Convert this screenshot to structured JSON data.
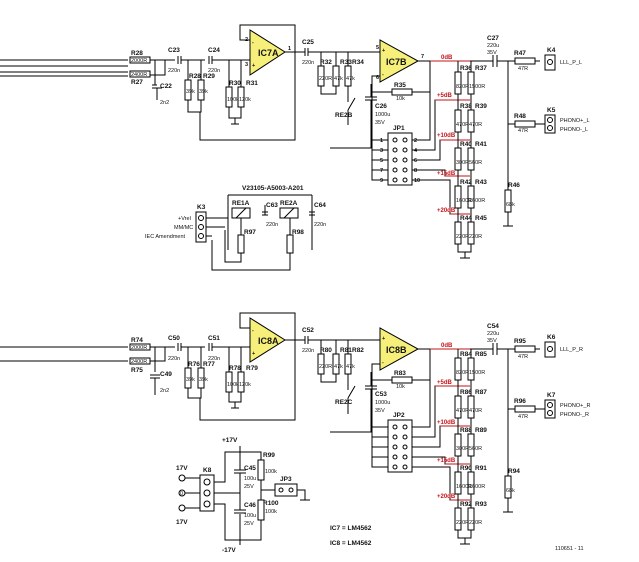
{
  "ch1": {
    "opamp_a": "IC7A",
    "opamp_b": "IC7B",
    "r_in_top": "R28",
    "r_in_top_val": "2000R",
    "r_in_bot": "R27",
    "r_in_bot_val": "2400R",
    "c_in1": "C23",
    "c_in1_val": "220n",
    "c_in2": "C24",
    "c_in2_val": "220n",
    "c_gnd": "C22",
    "c_gnd_val": "2n2",
    "r_a": "R28",
    "r_a_val": "39k",
    "r_b": "R29",
    "r_b_val": "39k",
    "r_c": "R30",
    "r_c_val": "100k",
    "r_d": "R31",
    "r_d_val": "120k",
    "c_out1": "C25",
    "c_out1_val": "220n",
    "r_e": "R32",
    "r_e_val": "220R",
    "r_f": "R33",
    "r_f_val": "47k",
    "r_g": "R34",
    "r_g_val": "47k",
    "relay": "RE2B",
    "c_rel": "C26",
    "c_rel_val": "1000u",
    "c_rel_v": "35V",
    "r_fb": "R35",
    "r_fb_val": "10k",
    "jumper": "JP1",
    "c_out2": "C27",
    "c_out2_val": "220u",
    "c_out2_v": "35V",
    "r_s1": "R36",
    "r_s1_val": "820R",
    "r_s2": "R37",
    "r_s2_val": "1500R",
    "r_s3": "R38",
    "r_s3_val": "470R",
    "r_s4": "R39",
    "r_s4_val": "470R",
    "r_s5": "R40",
    "r_s5_val": "300R",
    "r_s6": "R41",
    "r_s6_val": "560R",
    "r_s7": "R42",
    "r_s7_val": "1600R",
    "r_s8": "R43",
    "r_s8_val": "1600R",
    "r_s9": "R44",
    "r_s9_val": "220R",
    "r_s10": "R45",
    "r_s10_val": "220R",
    "r_term": "R46",
    "r_term_val": "68k",
    "r_o1": "R47",
    "r_o1_val": "47R",
    "r_o2": "R48",
    "r_o2_val": "47R",
    "k_out1": "K4",
    "k_out1_lbl": "LLL_P_L",
    "k_out2": "K5",
    "k_out2_lbl1": "PHONO+_L",
    "k_out2_lbl2": "PHONO-_L"
  },
  "ch2": {
    "opamp_a": "IC8A",
    "opamp_b": "IC8B",
    "r_in_top": "R74",
    "r_in_top_val": "2000R",
    "r_in_bot": "R75",
    "r_in_bot_val": "2400R",
    "c_in1": "C50",
    "c_in1_val": "220n",
    "c_in2": "C51",
    "c_in2_val": "220n",
    "c_gnd": "C49",
    "c_gnd_val": "2n2",
    "r_a": "R76",
    "r_a_val": "39k",
    "r_b": "R77",
    "r_b_val": "39k",
    "r_c": "R78",
    "r_c_val": "100k",
    "r_d": "R79",
    "r_d_val": "120k",
    "c_out1": "C52",
    "c_out1_val": "220n",
    "r_e": "R80",
    "r_e_val": "220R",
    "r_f": "R81",
    "r_f_val": "47k",
    "r_g": "R82",
    "r_g_val": "47k",
    "relay": "RE2C",
    "c_rel": "C53",
    "c_rel_val": "1000u",
    "c_rel_v": "35V",
    "r_fb": "R83",
    "r_fb_val": "10k",
    "jumper": "JP2",
    "c_out2": "C54",
    "c_out2_val": "220u",
    "c_out2_v": "35V",
    "r_s1": "R84",
    "r_s1_val": "820R",
    "r_s2": "R85",
    "r_s2_val": "1500R",
    "r_s3": "R86",
    "r_s3_val": "470R",
    "r_s4": "R87",
    "r_s4_val": "470R",
    "r_s5": "R88",
    "r_s5_val": "300R",
    "r_s6": "R89",
    "r_s6_val": "560R",
    "r_s7": "R90",
    "r_s7_val": "1600R",
    "r_s8": "R91",
    "r_s8_val": "1600R",
    "r_s9": "R92",
    "r_s9_val": "220R",
    "r_s10": "R93",
    "r_s10_val": "220R",
    "r_term": "R94",
    "r_term_val": "68k",
    "r_o1": "R95",
    "r_o1_val": "47R",
    "r_o2": "R96",
    "r_o2_val": "47R",
    "k_out1": "K6",
    "k_out1_lbl": "LLL_P_R",
    "k_out2": "K7",
    "k_out2_lbl1": "PHONO+_R",
    "k_out2_lbl2": "PHONO-_R"
  },
  "gains": [
    "0dB",
    "+5dB",
    "+10dB",
    "+15dB",
    "+20dB"
  ],
  "pins": {
    "op_minus": "-",
    "op_plus": "+",
    "p1": "1",
    "p2": "2",
    "p3": "3",
    "p5": "5",
    "p6": "6",
    "p7": "7",
    "jp_l": [
      "1",
      "3",
      "5",
      "7",
      "9"
    ],
    "jp_r": [
      "2",
      "4",
      "6",
      "8",
      "10"
    ]
  },
  "relay_block": {
    "part": "V23105-A5003-A201",
    "re1": "RE1A",
    "re2": "RE2A",
    "c63": "C63",
    "c63_val": "220n",
    "c64": "C64",
    "c64_val": "220n",
    "r97": "R97",
    "r98": "R98",
    "k3": "K3",
    "k3_labels": [
      "+Vrel",
      "MM/MC",
      "IEC Amendment"
    ]
  },
  "power": {
    "pos": "+17V",
    "neg": "-17V",
    "k8": "K8",
    "in_pos": "17V",
    "in_neg": "17V",
    "in_zero": "0",
    "c45": "C45",
    "c45_val": "100u",
    "c45_v": "25V",
    "c46": "C46",
    "c46_val": "100u",
    "c46_v": "25V",
    "r99": "R99",
    "r99_val": "100k",
    "r100": "R100",
    "r100_val": "100k",
    "jp3": "JP3"
  },
  "notes": {
    "ic7": "IC7 = LM4562",
    "ic8": "IC8 = LM4562"
  },
  "footer": {
    "figure_id": "110651 - 11"
  },
  "colors": {
    "ink": "#000000",
    "accent_red": "#c4131a",
    "opamp_fill": "#f6f07a",
    "background": "#ffffff"
  }
}
